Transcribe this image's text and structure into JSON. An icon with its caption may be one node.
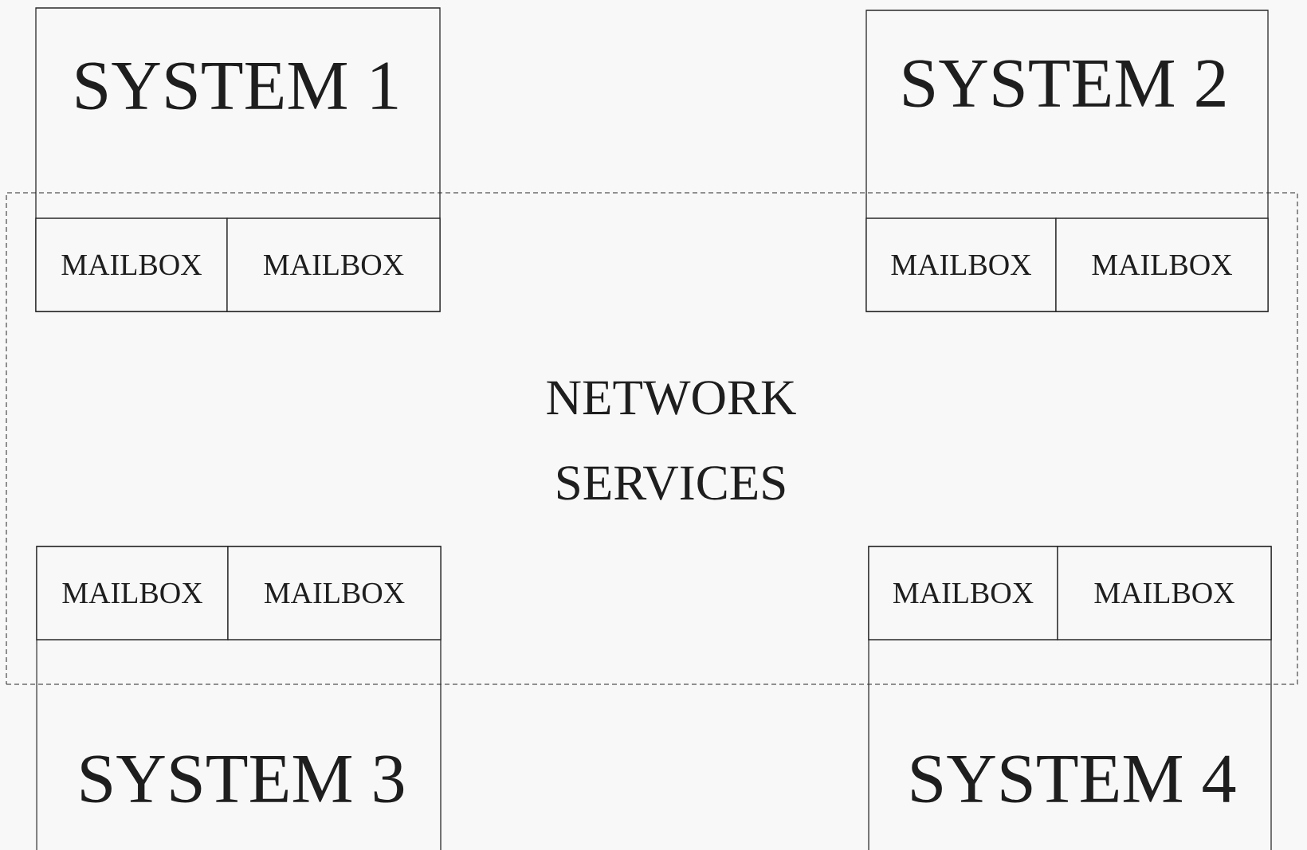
{
  "diagram": {
    "nodes": [
      {
        "text": [
          "SYSTEM 1"
        ]
      },
      {
        "text": [
          "MAILBOX"
        ]
      },
      {
        "text": [
          "MAILBOX"
        ]
      },
      {
        "text": [
          "SYSTEM 2"
        ]
      },
      {
        "text": [
          "MAILBOX"
        ]
      },
      {
        "text": [
          "MAILBOX"
        ]
      },
      {
        "text": [
          "NETWORK SERVICES"
        ]
      },
      {
        "text": [
          "SYSTEM 3"
        ]
      },
      {
        "text": [
          "MAILBOX"
        ]
      },
      {
        "text": [
          "MAILBOX"
        ]
      },
      {
        "text": [
          "SYSTEM 4"
        ]
      },
      {
        "text": [
          "MAILBOX"
        ]
      },
      {
        "text": [
          "MAILBOX"
        ]
      }
    ]
  }
}
